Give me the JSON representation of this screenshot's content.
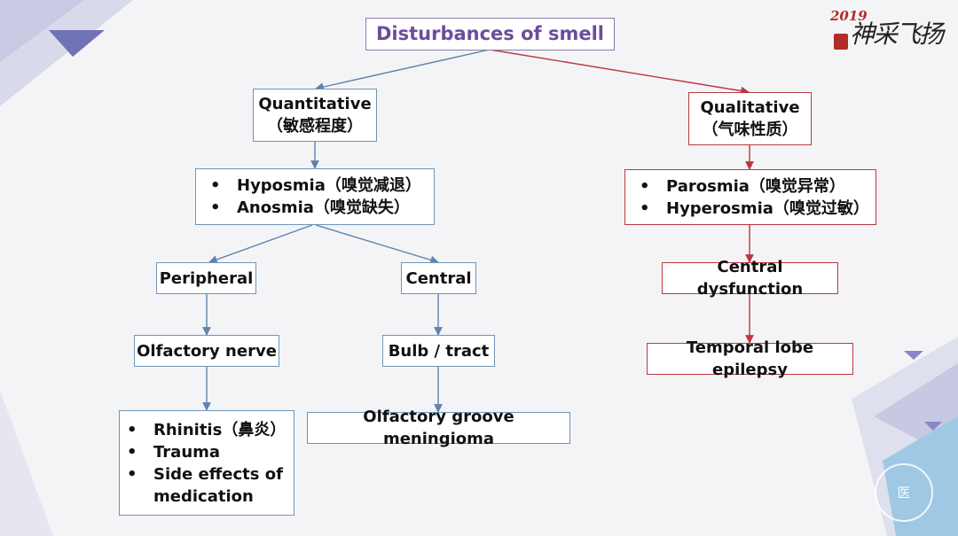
{
  "title": "Disturbances of smell",
  "quantitative": {
    "line1": "Quantitative",
    "line2": "（敏感程度）"
  },
  "qualitative": {
    "line1": "Qualitative",
    "line2": "（气味性质）"
  },
  "quant_types": [
    "Hyposmia（嗅觉减退）",
    "Anosmia（嗅觉缺失）"
  ],
  "qual_types": [
    "Parosmia（嗅觉异常）",
    "Hyperosmia（嗅觉过敏）"
  ],
  "peripheral": "Peripheral",
  "central": "Central",
  "central_dysfunction": "Central dysfunction",
  "olfactory_nerve": "Olfactory nerve",
  "bulb_tract": "Bulb / tract",
  "temporal_lobe": "Temporal lobe epilepsy",
  "peripheral_causes": [
    "Rhinitis（鼻炎）",
    "Trauma",
    "Side effects of medication"
  ],
  "central_cause": "Olfactory groove meningioma",
  "logo": {
    "year": "2019",
    "name": "神采飞扬"
  },
  "watermark": "医"
}
